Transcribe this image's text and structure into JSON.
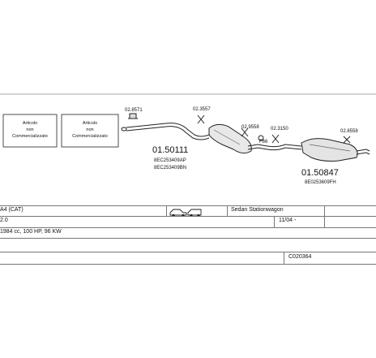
{
  "diagram": {
    "boxes": [
      {
        "lines": [
          "Articolo",
          "non",
          "Commercializzato"
        ]
      },
      {
        "lines": [
          "Articolo",
          "non",
          "Commercializzato"
        ]
      }
    ],
    "part_labels": [
      {
        "text": "02.8571"
      },
      {
        "text": "02.3557"
      },
      {
        "text": "02.9558"
      },
      {
        "text": "F66"
      },
      {
        "text": "02.3150"
      },
      {
        "text": "02.8558"
      }
    ],
    "part_numbers": [
      {
        "text": "01.50111",
        "sub": [
          "8EC253409AP",
          "8EC253409BN"
        ]
      },
      {
        "text": "01.50847",
        "sub": [
          "8E0253609FH"
        ]
      }
    ]
  },
  "table": {
    "row1": {
      "model": "A4 (CAT)",
      "body": "Sedan Stationwagon"
    },
    "row2": {
      "engine": "2.0",
      "date": "11/04 -"
    },
    "row3": {
      "spec": "1984 cc, 100 HP, 96 KW"
    },
    "row4": {
      "code": "C020364"
    }
  },
  "icons": [
    "car-sedan-icon",
    "car-wagon-icon"
  ]
}
